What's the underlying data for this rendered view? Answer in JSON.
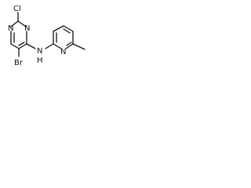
{
  "molecule": {
    "atoms": {
      "cl": "Cl",
      "n_pyrimidine_top": "N",
      "n_pyrimidine_bottom": "N",
      "br": "Br",
      "n_amine": "N",
      "h_amine": "H",
      "n_pyridine": "N"
    }
  }
}
